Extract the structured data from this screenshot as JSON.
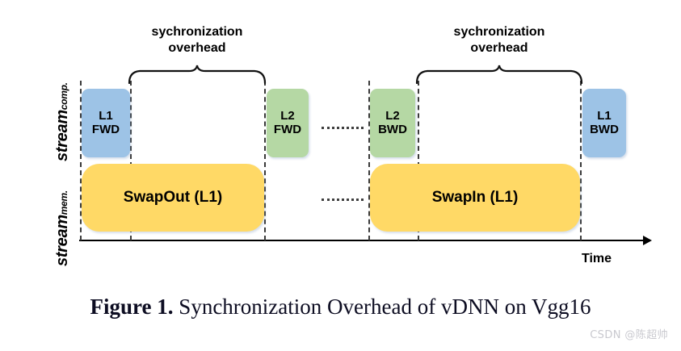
{
  "figure": {
    "axes": {
      "y_upper_main": "stream",
      "y_upper_sub": "comp.",
      "y_lower_main": "stream",
      "y_lower_sub": "mem.",
      "x_label": "Time"
    },
    "brace_captions": [
      {
        "line1": "sychronization",
        "line2": "overhead"
      },
      {
        "line1": "sychronization",
        "line2": "overhead"
      }
    ],
    "blocks": [
      {
        "id": "l1-fwd",
        "line1": "L1",
        "line2": "FWD",
        "color": "#9DC3E6",
        "lane": "comp"
      },
      {
        "id": "l2-fwd",
        "line1": "L2",
        "line2": "FWD",
        "color": "#B5D8A4",
        "lane": "comp"
      },
      {
        "id": "l2-bwd",
        "line1": "L2",
        "line2": "BWD",
        "color": "#B5D8A4",
        "lane": "comp"
      },
      {
        "id": "l1-bwd",
        "line1": "L1",
        "line2": "BWD",
        "color": "#9DC3E6",
        "lane": "comp"
      },
      {
        "id": "swap-out",
        "label": "SwapOut (L1)",
        "color": "#FFD966",
        "lane": "mem"
      },
      {
        "id": "swap-in",
        "label": "SwapIn (L1)",
        "color": "#FFD966",
        "lane": "mem"
      }
    ],
    "colors": {
      "compute_fwd_l1": "#9DC3E6",
      "compute_l2": "#B5D8A4",
      "memory": "#FFD966",
      "axis": "#000000",
      "guide": "#3a3a3a"
    }
  },
  "caption": {
    "figure_number": "Figure 1.",
    "text": " Synchronization Overhead of vDNN on Vgg16"
  },
  "watermark": {
    "text": "CSDN @陈超帅"
  }
}
